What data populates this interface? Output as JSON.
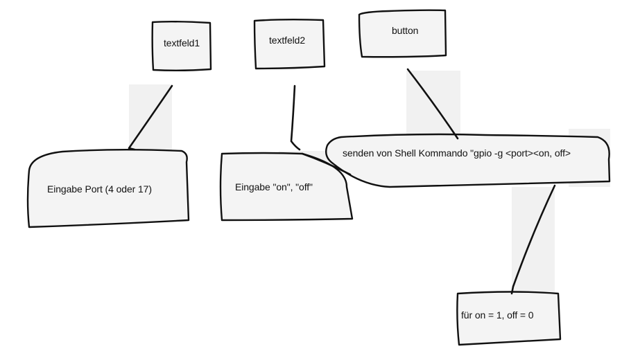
{
  "diagram": {
    "nodes": {
      "textfeld1": "textfeld1",
      "textfeld2": "textfeld2",
      "button": "button",
      "port_input": "Eingabe Port (4 oder 17)",
      "state_input": "Eingabe \"on\", \"off\"",
      "shell_command": "senden von Shell Kommando \"gpio -g <port><on, off>",
      "mapping": "für on = 1, off = 0"
    },
    "colors": {
      "stroke": "#111111",
      "box_fill": "#f4f4f4",
      "shadow_fill": "#f1f1f1",
      "text": "#111111"
    }
  }
}
